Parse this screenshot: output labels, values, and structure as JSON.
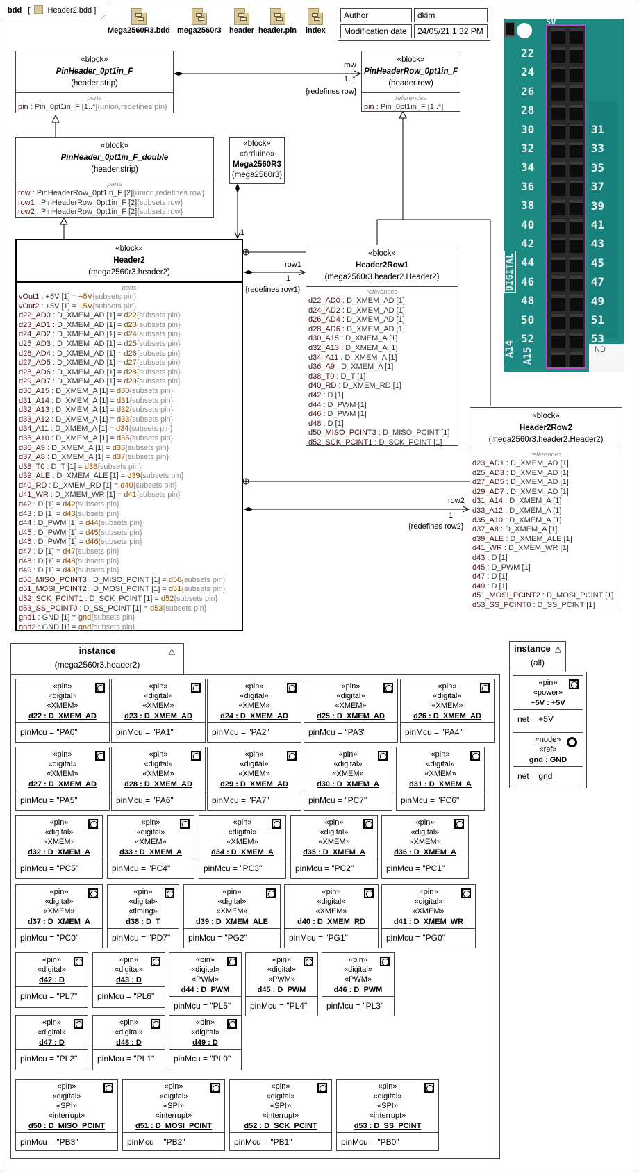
{
  "frame": {
    "kind": "bdd",
    "name": "Header2.bdd",
    "shortcuts": [
      {
        "label": "Mega2560R3.bdd",
        "icon": "diagram-icon"
      },
      {
        "label": "mega2560r3",
        "icon": "package-icon"
      },
      {
        "label": "header",
        "icon": "package-icon"
      },
      {
        "label": "header.pin",
        "icon": "package-icon"
      },
      {
        "label": "index",
        "icon": "package-icon"
      }
    ],
    "info": [
      {
        "key": "Author",
        "value": "dkim"
      },
      {
        "key": "Modification date",
        "value": "24/05/21 1:32 PM"
      }
    ]
  },
  "blocks": {
    "pinheader": {
      "stereotype": "«block»",
      "name": "PinHeader_0pt1in_F",
      "owner": "(header.strip)",
      "compartment": "ports",
      "lines": [
        {
          "name": "pin",
          "type": " : Pin_0pt1in_F [1..*]",
          "value": "",
          "cons": "{union,redefines pin}"
        }
      ]
    },
    "pinheaderrow": {
      "stereotype": "«block»",
      "name": "PinHeaderRow_0pt1in_F",
      "owner": "(header.row)",
      "compartment": "references",
      "lines": [
        {
          "name": "pin",
          "type": " : Pin_0pt1in_F [1..*]",
          "value": "",
          "cons": ""
        }
      ]
    },
    "double": {
      "stereotype": "«block»",
      "name": "PinHeader_0pt1in_F_double",
      "owner": "(header.strip)",
      "compartment": "parts",
      "lines": [
        {
          "name": "row",
          "type": " : PinHeaderRow_0pt1in_F [2]",
          "value": "",
          "cons": "{union,redefines row}"
        },
        {
          "name": "row1",
          "type": " : PinHeaderRow_0pt1in_F [2]",
          "value": "",
          "cons": "{subsets row}"
        },
        {
          "name": "row2",
          "type": " : PinHeaderRow_0pt1in_F [2]",
          "value": "",
          "cons": "{subsets row}"
        }
      ]
    },
    "mega": {
      "stereotype": "«block»",
      "stereotype2": "«arduino»",
      "name": "Mega2560R3",
      "owner": "(mega2560r3)"
    },
    "header2": {
      "stereotype": "«block»",
      "name": "Header2",
      "owner": "(mega2560r3.header2)",
      "compartment": "ports",
      "lines": [
        {
          "name": "vOut1",
          "type": " : +5V [1] = ",
          "value": "+5V",
          "cons": "{subsets pin}"
        },
        {
          "name": "vOut2",
          "type": " : +5V [1] = ",
          "value": "+5V",
          "cons": "{subsets pin}"
        },
        {
          "name": "d22_AD0",
          "type": " : D_XMEM_AD [1] = ",
          "value": "d22",
          "cons": "{subsets pin}"
        },
        {
          "name": "d23_AD1",
          "type": " : D_XMEM_AD [1] = ",
          "value": "d23",
          "cons": "{subsets pin}"
        },
        {
          "name": "d24_AD2",
          "type": " : D_XMEM_AD [1] = ",
          "value": "d24",
          "cons": "{subsets pin}"
        },
        {
          "name": "d25_AD3",
          "type": " : D_XMEM_AD [1] = ",
          "value": "d25",
          "cons": "{subsets pin}"
        },
        {
          "name": "d26_AD4",
          "type": " : D_XMEM_AD [1] = ",
          "value": "d26",
          "cons": "{subsets pin}"
        },
        {
          "name": "d27_AD5",
          "type": " : D_XMEM_AD [1] = ",
          "value": "d27",
          "cons": "{subsets pin}"
        },
        {
          "name": "d28_AD6",
          "type": " : D_XMEM_AD [1] = ",
          "value": "d28",
          "cons": "{subsets pin}"
        },
        {
          "name": "d29_AD7",
          "type": " : D_XMEM_AD [1] = ",
          "value": "d29",
          "cons": "{subsets pin}"
        },
        {
          "name": "d30_A15",
          "type": " : D_XMEM_A [1] = ",
          "value": "d30",
          "cons": "{subsets pin}"
        },
        {
          "name": "d31_A14",
          "type": " : D_XMEM_A [1] = ",
          "value": "d31",
          "cons": "{subsets pin}"
        },
        {
          "name": "d32_A13",
          "type": " : D_XMEM_A [1] = ",
          "value": "d32",
          "cons": "{subsets pin}"
        },
        {
          "name": "d33_A12",
          "type": " : D_XMEM_A [1] = ",
          "value": "d33",
          "cons": "{subsets pin}"
        },
        {
          "name": "d34_A11",
          "type": " : D_XMEM_A [1] = ",
          "value": "d34",
          "cons": "{subsets pin}"
        },
        {
          "name": "d35_A10",
          "type": " : D_XMEM_A [1] = ",
          "value": "d35",
          "cons": "{subsets pin}"
        },
        {
          "name": "d36_A9",
          "type": " : D_XMEM_A [1] = ",
          "value": "d36",
          "cons": "{subsets pin}"
        },
        {
          "name": "d37_A8",
          "type": " : D_XMEM_A [1] = ",
          "value": "d37",
          "cons": "{subsets pin}"
        },
        {
          "name": "d38_T0",
          "type": " : D_T [1] = ",
          "value": "d38",
          "cons": "{subsets pin}"
        },
        {
          "name": "d39_ALE",
          "type": " : D_XMEM_ALE [1] = ",
          "value": "d39",
          "cons": "{subsets pin}"
        },
        {
          "name": "d40_RD",
          "type": " : D_XMEM_RD [1] = ",
          "value": "d40",
          "cons": "{subsets pin}"
        },
        {
          "name": "d41_WR",
          "type": " : D_XMEM_WR [1] = ",
          "value": "d41",
          "cons": "{subsets pin}"
        },
        {
          "name": "d42",
          "type": " : D [1] = ",
          "value": "d42",
          "cons": "{subsets pin}"
        },
        {
          "name": "d43",
          "type": " : D [1] = ",
          "value": "d43",
          "cons": "{subsets pin}"
        },
        {
          "name": "d44",
          "type": " : D_PWM [1] = ",
          "value": "d44",
          "cons": "{subsets pin}"
        },
        {
          "name": "d45",
          "type": " : D_PWM [1] = ",
          "value": "d45",
          "cons": "{subsets pin}"
        },
        {
          "name": "d46",
          "type": " : D_PWM [1] = ",
          "value": "d46",
          "cons": "{subsets pin}"
        },
        {
          "name": "d47",
          "type": " : D [1] = ",
          "value": "d47",
          "cons": "{subsets pin}"
        },
        {
          "name": "d48",
          "type": " : D [1] = ",
          "value": "d48",
          "cons": "{subsets pin}"
        },
        {
          "name": "d49",
          "type": " : D [1] = ",
          "value": "d49",
          "cons": "{subsets pin}"
        },
        {
          "name": "d50_MISO_PCINT3",
          "type": " : D_MISO_PCINT [1] = ",
          "value": "d50",
          "cons": "{subsets pin}"
        },
        {
          "name": "d51_MOSI_PCINT2",
          "type": " : D_MOSI_PCINT [1] = ",
          "value": "d51",
          "cons": "{subsets pin}"
        },
        {
          "name": "d52_SCK_PCINT1",
          "type": " : D_SCK_PCINT [1] = ",
          "value": "d52",
          "cons": "{subsets pin}"
        },
        {
          "name": "d53_SS_PCINT0",
          "type": " : D_SS_PCINT [1] = ",
          "value": "d53",
          "cons": "{subsets pin}"
        },
        {
          "name": "gnd1",
          "type": " : GND [1] = ",
          "value": "gnd",
          "cons": "{subsets pin}"
        },
        {
          "name": "gnd2",
          "type": " : GND [1] = ",
          "value": "gnd",
          "cons": "{subsets pin}"
        }
      ]
    },
    "row1": {
      "stereotype": "«block»",
      "name": "Header2Row1",
      "owner": "(mega2560r3.header2.Header2)",
      "compartment": "references",
      "lines": [
        {
          "name": "d22_AD0",
          "type": " : D_XMEM_AD [1]",
          "value": "",
          "cons": ""
        },
        {
          "name": "d24_AD2",
          "type": " : D_XMEM_AD [1]",
          "value": "",
          "cons": ""
        },
        {
          "name": "d26_AD4",
          "type": " : D_XMEM_AD [1]",
          "value": "",
          "cons": ""
        },
        {
          "name": "d28_AD6",
          "type": " : D_XMEM_AD [1]",
          "value": "",
          "cons": ""
        },
        {
          "name": "d30_A15",
          "type": " : D_XMEM_A [1]",
          "value": "",
          "cons": ""
        },
        {
          "name": "d32_A13",
          "type": " : D_XMEM_A [1]",
          "value": "",
          "cons": ""
        },
        {
          "name": "d34_A11",
          "type": " : D_XMEM_A [1]",
          "value": "",
          "cons": ""
        },
        {
          "name": "d36_A9",
          "type": " : D_XMEM_A [1]",
          "value": "",
          "cons": ""
        },
        {
          "name": "d38_T0",
          "type": " : D_T [1]",
          "value": "",
          "cons": ""
        },
        {
          "name": "d40_RD",
          "type": " : D_XMEM_RD [1]",
          "value": "",
          "cons": ""
        },
        {
          "name": "d42",
          "type": " : D [1]",
          "value": "",
          "cons": ""
        },
        {
          "name": "d44",
          "type": " : D_PWM [1]",
          "value": "",
          "cons": ""
        },
        {
          "name": "d46",
          "type": " : D_PWM [1]",
          "value": "",
          "cons": ""
        },
        {
          "name": "d48",
          "type": " : D [1]",
          "value": "",
          "cons": ""
        },
        {
          "name": "d50_MISO_PCINT3",
          "type": " : D_MISO_PCINT [1]",
          "value": "",
          "cons": ""
        },
        {
          "name": "d52_SCK_PCINT1",
          "type": " : D_SCK_PCINT [1]",
          "value": "",
          "cons": ""
        }
      ]
    },
    "row2": {
      "stereotype": "«block»",
      "name": "Header2Row2",
      "owner": "(mega2560r3.header2.Header2)",
      "compartment": "references",
      "lines": [
        {
          "name": "d23_AD1",
          "type": " : D_XMEM_AD [1]",
          "value": "",
          "cons": ""
        },
        {
          "name": "d25_AD3",
          "type": " : D_XMEM_AD [1]",
          "value": "",
          "cons": ""
        },
        {
          "name": "d27_AD5",
          "type": " : D_XMEM_AD [1]",
          "value": "",
          "cons": ""
        },
        {
          "name": "d29_AD7",
          "type": " : D_XMEM_AD [1]",
          "value": "",
          "cons": ""
        },
        {
          "name": "d31_A14",
          "type": " : D_XMEM_A [1]",
          "value": "",
          "cons": ""
        },
        {
          "name": "d33_A12",
          "type": " : D_XMEM_A [1]",
          "value": "",
          "cons": ""
        },
        {
          "name": "d35_A10",
          "type": " : D_XMEM_A [1]",
          "value": "",
          "cons": ""
        },
        {
          "name": "d37_A8",
          "type": " : D_XMEM_A [1]",
          "value": "",
          "cons": ""
        },
        {
          "name": "d39_ALE",
          "type": " : D_XMEM_ALE [1]",
          "value": "",
          "cons": ""
        },
        {
          "name": "d41_WR",
          "type": " : D_XMEM_WR [1]",
          "value": "",
          "cons": ""
        },
        {
          "name": "d43",
          "type": " : D [1]",
          "value": "",
          "cons": ""
        },
        {
          "name": "d45",
          "type": " : D_PWM [1]",
          "value": "",
          "cons": ""
        },
        {
          "name": "d47",
          "type": " : D [1]",
          "value": "",
          "cons": ""
        },
        {
          "name": "d49",
          "type": " : D [1]",
          "value": "",
          "cons": ""
        },
        {
          "name": "d51_MOSI_PCINT2",
          "type": " : D_MOSI_PCINT [1]",
          "value": "",
          "cons": ""
        },
        {
          "name": "d53_SS_PCINT0",
          "type": " : D_SS_PCINT [1]",
          "value": "",
          "cons": ""
        }
      ]
    }
  },
  "associations": {
    "row": {
      "role": "row",
      "mult": "1..*",
      "cons": "{redefines row}"
    },
    "mega": {
      "mult": "1"
    },
    "row1": {
      "role": "row1",
      "mult": "1",
      "cons": "{redefines row1}"
    },
    "row2": {
      "role": "row2",
      "mult": "1",
      "cons": "{redefines row2}"
    }
  },
  "photo": {
    "label_top": "5V",
    "left_numbers": [
      "22",
      "24",
      "26",
      "28",
      "30",
      "32",
      "34",
      "36",
      "38",
      "40",
      "42",
      "44",
      "46",
      "48",
      "50",
      "52"
    ],
    "right_numbers": [
      "31",
      "33",
      "35",
      "37",
      "39",
      "41",
      "43",
      "45",
      "47",
      "49",
      "51",
      "53"
    ],
    "digital_label": "DIGITAL",
    "bottom_left": [
      "A14",
      "A15"
    ],
    "gnd_label": "ND"
  },
  "instances": {
    "title": "instance",
    "owner": "(mega2560r3.header2)",
    "rows": [
      [
        {
          "st": [
            "«pin»",
            "«digital»",
            "«XMEM»"
          ],
          "name": "d22 : D_XMEM_AD",
          "slot": "pinMcu = \"PA0\""
        },
        {
          "st": [
            "«pin»",
            "«digital»",
            "«XMEM»"
          ],
          "name": "d23 : D_XMEM_AD",
          "slot": "pinMcu = \"PA1\""
        },
        {
          "st": [
            "«pin»",
            "«digital»",
            "«XMEM»"
          ],
          "name": "d24 : D_XMEM_AD",
          "slot": "pinMcu = \"PA2\""
        },
        {
          "st": [
            "«pin»",
            "«digital»",
            "«XMEM»"
          ],
          "name": "d25 : D_XMEM_AD",
          "slot": "pinMcu = \"PA3\""
        },
        {
          "st": [
            "«pin»",
            "«digital»",
            "«XMEM»"
          ],
          "name": "d26 : D_XMEM_AD",
          "slot": "pinMcu = \"PA4\""
        }
      ],
      [
        {
          "st": [
            "«pin»",
            "«digital»",
            "«XMEM»"
          ],
          "name": "d27 : D_XMEM_AD",
          "slot": "pinMcu = \"PA5\""
        },
        {
          "st": [
            "«pin»",
            "«digital»",
            "«XMEM»"
          ],
          "name": "d28 : D_XMEM_AD",
          "slot": "pinMcu = \"PA6\""
        },
        {
          "st": [
            "«pin»",
            "«digital»",
            "«XMEM»"
          ],
          "name": "d29 : D_XMEM_AD",
          "slot": "pinMcu = \"PA7\""
        },
        {
          "st": [
            "«pin»",
            "«digital»",
            "«XMEM»"
          ],
          "name": "d30 : D_XMEM_A",
          "slot": "pinMcu = \"PC7\""
        },
        {
          "st": [
            "«pin»",
            "«digital»",
            "«XMEM»"
          ],
          "name": "d31 : D_XMEM_A",
          "slot": "pinMcu = \"PC6\""
        }
      ],
      [
        {
          "st": [
            "«pin»",
            "«digital»",
            "«XMEM»"
          ],
          "name": "d32 : D_XMEM_A",
          "slot": "pinMcu = \"PC5\""
        },
        {
          "st": [
            "«pin»",
            "«digital»",
            "«XMEM»"
          ],
          "name": "d33 : D_XMEM_A",
          "slot": "pinMcu = \"PC4\""
        },
        {
          "st": [
            "«pin»",
            "«digital»",
            "«XMEM»"
          ],
          "name": "d34 : D_XMEM_A",
          "slot": "pinMcu = \"PC3\""
        },
        {
          "st": [
            "«pin»",
            "«digital»",
            "«XMEM»"
          ],
          "name": "d35 : D_XMEM_A",
          "slot": "pinMcu = \"PC2\""
        },
        {
          "st": [
            "«pin»",
            "«digital»",
            "«XMEM»"
          ],
          "name": "d36 : D_XMEM_A",
          "slot": "pinMcu = \"PC1\""
        }
      ],
      [
        {
          "st": [
            "«pin»",
            "«digital»",
            "«XMEM»"
          ],
          "name": "d37 : D_XMEM_A",
          "slot": "pinMcu = \"PC0\""
        },
        {
          "st": [
            "«pin»",
            "«digital»",
            "«timing»"
          ],
          "name": "d38 : D_T",
          "slot": "pinMcu = \"PD7\""
        },
        {
          "st": [
            "«pin»",
            "«digital»",
            "«XMEM»"
          ],
          "name": "d39 : D_XMEM_ALE",
          "slot": "pinMcu = \"PG2\""
        },
        {
          "st": [
            "«pin»",
            "«digital»",
            "«XMEM»"
          ],
          "name": "d40 : D_XMEM_RD",
          "slot": "pinMcu = \"PG1\""
        },
        {
          "st": [
            "«pin»",
            "«digital»",
            "«XMEM»"
          ],
          "name": "d41 : D_XMEM_WR",
          "slot": "pinMcu = \"PG0\""
        }
      ],
      [
        {
          "st": [
            "«pin»",
            "«digital»"
          ],
          "name": "d42 : D",
          "slot": "pinMcu = \"PL7\""
        },
        {
          "st": [
            "«pin»",
            "«digital»"
          ],
          "name": "d43 : D",
          "slot": "pinMcu = \"PL6\""
        },
        {
          "st": [
            "«pin»",
            "«digital»",
            "«PWM»"
          ],
          "name": "d44 : D_PWM",
          "slot": "pinMcu = \"PL5\""
        },
        {
          "st": [
            "«pin»",
            "«digital»",
            "«PWM»"
          ],
          "name": "d45 : D_PWM",
          "slot": "pinMcu = \"PL4\""
        },
        {
          "st": [
            "«pin»",
            "«digital»",
            "«PWM»"
          ],
          "name": "d46 : D_PWM",
          "slot": "pinMcu = \"PL3\""
        }
      ],
      [
        {
          "st": [
            "«pin»",
            "«digital»"
          ],
          "name": "d47 : D",
          "slot": "pinMcu = \"PL2\""
        },
        {
          "st": [
            "«pin»",
            "«digital»"
          ],
          "name": "d48 : D",
          "slot": "pinMcu = \"PL1\""
        },
        {
          "st": [
            "«pin»",
            "«digital»"
          ],
          "name": "d49 : D",
          "slot": "pinMcu = \"PL0\""
        }
      ],
      [
        {
          "st": [
            "«pin»",
            "«digital»",
            "«SPI»",
            "«interrupt»"
          ],
          "name": "d50 : D_MISO_PCINT",
          "slot": "pinMcu = \"PB3\""
        },
        {
          "st": [
            "«pin»",
            "«digital»",
            "«SPI»",
            "«interrupt»"
          ],
          "name": "d51 : D_MOSI_PCINT",
          "slot": "pinMcu = \"PB2\""
        },
        {
          "st": [
            "«pin»",
            "«digital»",
            "«SPI»",
            "«interrupt»"
          ],
          "name": "d52 : D_SCK_PCINT",
          "slot": "pinMcu = \"PB1\""
        },
        {
          "st": [
            "«pin»",
            "«digital»",
            "«SPI»",
            "«interrupt»"
          ],
          "name": "d53 : D_SS_PCINT",
          "slot": "pinMcu = \"PB0\""
        }
      ]
    ]
  },
  "instances_all": {
    "title": "instance",
    "owner": "(all)",
    "items": [
      {
        "st": [
          "«pin»",
          "«power»"
        ],
        "name": "+5V : +5V",
        "slot": "net = +5V",
        "icon": "port"
      },
      {
        "st": [
          "«node»",
          "«ref»"
        ],
        "name": "gnd : GND",
        "slot": "net = gnd",
        "icon": "ring"
      }
    ]
  }
}
